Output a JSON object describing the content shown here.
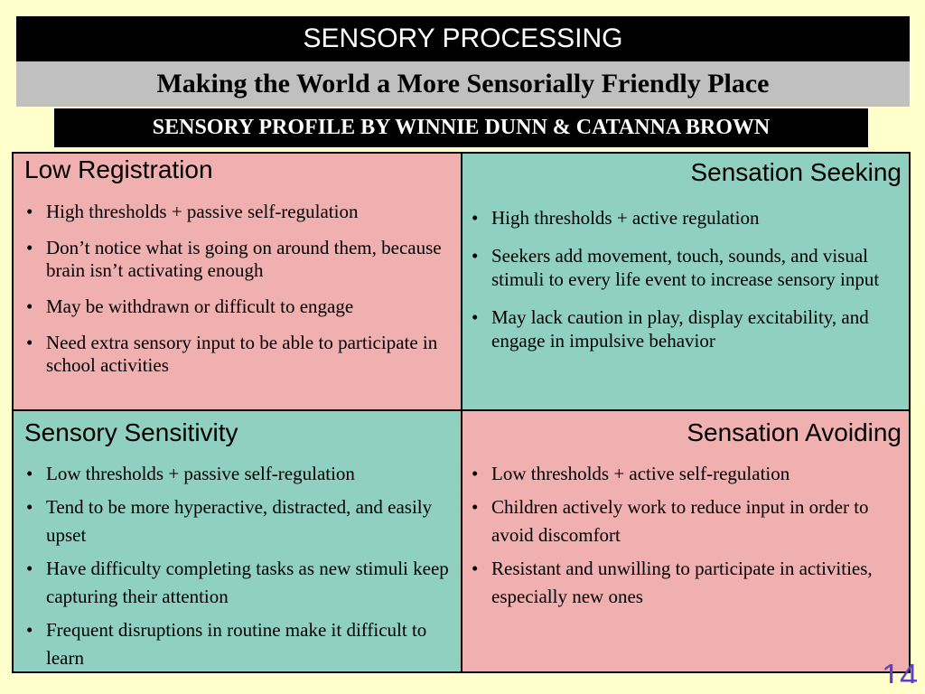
{
  "slide": {
    "title": "SENSORY PROCESSING",
    "subtitle": "Making the World a More Sensorially Friendly Place",
    "profile_banner": "SENSORY PROFILE BY WINNIE DUNN & CATANNA BROWN",
    "page_number": "14"
  },
  "quadrants": {
    "low_registration": {
      "heading": "Low Registration",
      "items": [
        "High thresholds + passive self-regulation",
        "Don’t notice what is going on around them, because brain isn’t activating enough",
        "May be withdrawn or difficult to engage",
        "Need extra sensory input to be able to participate in school activities"
      ]
    },
    "sensation_seeking": {
      "heading": "Sensation Seeking",
      "items": [
        "High thresholds + active regulation",
        "Seekers add movement, touch, sounds, and visual stimuli to every life event to increase sensory input",
        "May lack caution in play, display excitability, and engage in impulsive behavior"
      ]
    },
    "sensory_sensitivity": {
      "heading": "Sensory Sensitivity",
      "items": [
        "Low thresholds + passive self-regulation",
        "Tend to be more hyperactive, distracted, and easily upset",
        "Have difficulty completing tasks as new stimuli keep capturing their attention",
        "Frequent disruptions in routine make it difficult to learn"
      ]
    },
    "sensation_avoiding": {
      "heading": "Sensation Avoiding",
      "items": [
        "Low thresholds + active self-regulation",
        "Children actively work to reduce input  in order to avoid discomfort",
        "Resistant and unwilling to participate in activities, especially new ones"
      ]
    }
  },
  "colors": {
    "background": "#ffffcc",
    "pink": "#f0b0b0",
    "teal": "#90d0c0",
    "title_bar": "#000000",
    "subtitle_bar": "#c0c0c0",
    "page_number": "#6040c0"
  }
}
